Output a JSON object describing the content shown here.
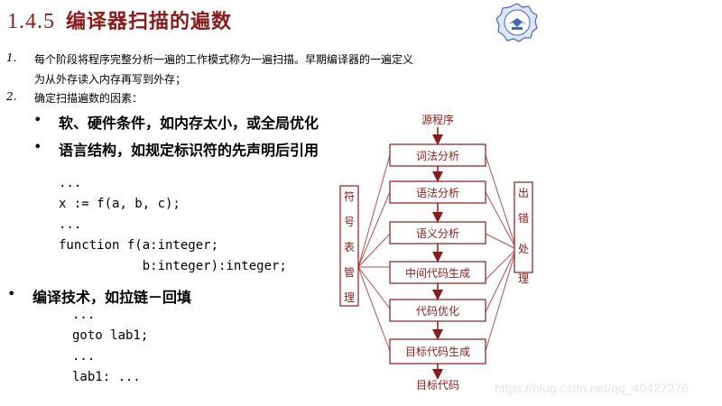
{
  "slide": {
    "title_number": "1.4.5",
    "title_text": "编译器扫描的遍数",
    "logo": "university-seal-icon",
    "points": [
      {
        "marker": "1.",
        "line1": "每个阶段将程序完整分析一遍的工作模式称为一遍扫描。早期编译器的一遍定义",
        "line2": "为从外存读入内存再写到外存；"
      },
      {
        "marker": "2.",
        "line1": "确定扫描遍数的因素："
      }
    ],
    "bullets": [
      "软、硬件条件，如内存太小，或全局优化",
      "语言结构，如规定标识符的先声明后引用",
      "编译技术，如拉链－回填"
    ],
    "code_block_1": [
      "...",
      "x := f(a, b, c);",
      "...",
      "function f(a:integer;",
      "           b:integer):integer;"
    ],
    "code_block_2": [
      "...",
      "goto lab1;",
      "...",
      "lab1: ..."
    ]
  },
  "diagram": {
    "input": "源程序",
    "stages": [
      "词法分析",
      "语法分析",
      "语义分析",
      "中间代码生成",
      "代码优化",
      "目标代码生成"
    ],
    "output": "目标代码",
    "left_box": [
      "符",
      "号",
      "表",
      "管",
      "理"
    ],
    "right_box": [
      "出",
      "错",
      "处",
      "理"
    ],
    "color": "#8b1a1a"
  },
  "watermark": "https://blog.csdn.net/qq_40427276"
}
